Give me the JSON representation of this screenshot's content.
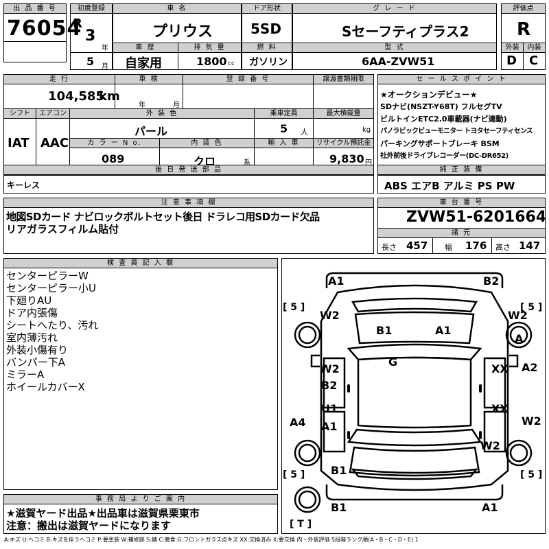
{
  "header": {
    "lot_label": "出 品 番 号",
    "lot": "76054",
    "first_reg_label": "初度登録",
    "era": "R",
    "year": "3",
    "year_unit": "年",
    "month": "5",
    "month_unit": "月",
    "car_name_label": "車 名",
    "car_name": "プリウス",
    "door_label": "ドア形状",
    "door": "5SD",
    "grade_label": "グ レ ー ド",
    "grade": "Sセーフティプラス2",
    "score_label": "評価点",
    "score": "R",
    "history_label": "車 歴",
    "history": "自家用",
    "displacement_label": "排 気 量",
    "displacement": "1800",
    "displacement_unit": "cc",
    "fuel_label": "燃 料",
    "fuel": "ガソリン",
    "model_label": "型 式",
    "model": "6AA-ZVW51",
    "ext_grade_label": "外装",
    "ext_grade": "D",
    "int_grade_label": "内装",
    "int_grade": "C"
  },
  "row2": {
    "mileage_label": "走 行",
    "mileage": "104,585",
    "mileage_unit": "km",
    "inspection_label": "車 検",
    "inspection_year_unit": "年",
    "inspection_month_unit": "月",
    "reg_no_label": "登 録 番 号",
    "transfer_label": "譲渡書類期限",
    "shift_label": "シフト",
    "shift": "IAT",
    "aircon_label": "エアコン",
    "aircon": "AAC",
    "ext_color_label": "外 装 色",
    "ext_color": "パール",
    "capacity_label": "乗車定員",
    "capacity": "5",
    "capacity_unit": "人",
    "max_load_label": "最大積載量",
    "max_load_unit": "kg",
    "color_no_label": "カ ラ ー N o.",
    "color_no": "089",
    "int_color_label": "内 装 色",
    "int_color": "クロ",
    "int_color_unit": "系",
    "import_label": "輸 入 車",
    "recycle_label": "リサイクル預託金",
    "recycle": "9,830",
    "recycle_unit": "円"
  },
  "sales_points": {
    "label": "セ ー ル ス ポ イ ン ト",
    "lines": [
      "★オークションデビュー★",
      "SDナビ(NSZT-Y68T) フルセグTV",
      "ビルトインETC2.0車載器(ナビ連動)",
      "パノラビックビューモニター トヨタセーフティセンス",
      "パーキングサポートブレーキ BSM",
      "社外前後ドライブレコーダー(DC-DR652)"
    ]
  },
  "later_parts": {
    "label": "後 日 発 送 部 品",
    "text": "キーレス"
  },
  "equipment": {
    "label": "純 正 装 備",
    "text": "ABS エアB アルミ PS PW"
  },
  "notes": {
    "label": "注 意 事 項 欄",
    "lines": [
      "地図SDカード ナビロックボルトセット後日 ドラレコ用SDカード欠品",
      "リアガラスフィルム貼付"
    ]
  },
  "chassis": {
    "label": "車 台 番 号",
    "number": "ZVW51-6201664",
    "spec_label": "諸 元",
    "length_label": "長さ",
    "length": "457",
    "width_label": "幅",
    "width": "176",
    "height_label": "高さ",
    "height": "147"
  },
  "inspector": {
    "label": "検 査 員 記 入 欄",
    "lines": [
      "センターピラーW",
      "センターピラー小U",
      "下廻りAU",
      "ドア内張傷",
      "シートへたり、汚れ",
      "室内薄汚れ",
      "外装小傷有り",
      "バンパー下A",
      "ミラーA",
      "ホイールカバーX"
    ]
  },
  "diagram": {
    "marks": [
      "A1",
      "B2",
      "W2",
      "W2",
      "B1",
      "A1",
      "A",
      "A2",
      "W2",
      "G",
      "XX",
      "B2",
      "A4",
      "U1",
      "XX",
      "A1",
      "W2",
      "W2",
      "B1",
      "B1",
      "A1"
    ],
    "tire_marks": [
      "[ 5 ]",
      "[ 5 ]",
      "[ 5 ]",
      "[ 5 ]"
    ],
    "spare_mark": "[ T ]"
  },
  "office": {
    "label": "事 務 局 よ り ご 案 内",
    "lines": [
      "★滋賀ヤード出品★出品車は滋賀県栗東市",
      "注意：搬出は滋賀ヤードになります"
    ]
  },
  "legend": "A:キズ U:ヘコミ B:キズを伴うヘコミ P:要塗装 W:補修跡 S:錆 C:腐食 G:フロントガラス点キズ XX:交換済み X:要交換 内・外装評価 5段階ランク順(A・B・C・D・E) 1"
}
